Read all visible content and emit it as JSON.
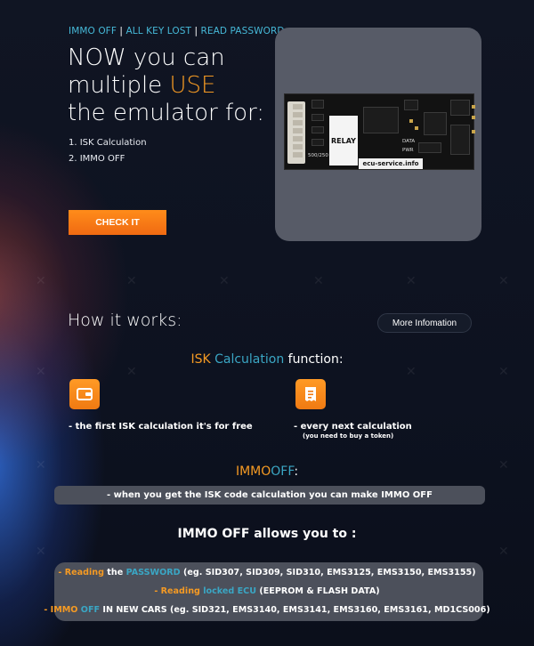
{
  "top_links": {
    "items": [
      "IMMO OFF",
      "ALL KEY LOST",
      "READ PASSWORD"
    ],
    "separator": " | "
  },
  "hero": {
    "line1": "NOW you can",
    "line2_a": "multiple ",
    "line2_b": "USE",
    "line3": "the emulator for:",
    "uses": [
      "1. ISK Calculation",
      "2. IMMO OFF"
    ],
    "cta": "CHECK IT"
  },
  "product": {
    "relay_label": "RELAY",
    "brand_label": "ecu-service.info",
    "data_label": "DATA",
    "pwr_label": "PWR",
    "code_label": "500/250"
  },
  "how": {
    "title": "How it works:",
    "more_button": "More Infomation"
  },
  "isk": {
    "title_a": "ISK",
    "title_b": "Calculation",
    "title_c": "function:",
    "free_text": "- the first ISK calculation it's for free",
    "paid_text": "- every next calculation",
    "paid_sub": "(you need to buy a token)",
    "icons": [
      "wallet-icon",
      "receipt-icon"
    ]
  },
  "immo": {
    "title_a": "IMMO",
    "title_b": "OFF",
    "title_c": ":",
    "bar_text": "- when you get the ISK code calculation you can make IMMO OFF"
  },
  "allows": {
    "title": "IMMO OFF allows you to :",
    "line1": {
      "a": "- Reading",
      "b": " the ",
      "c": "PASSWORD",
      "d": " (eg. SID307, SID309, SID310, EMS3125, EMS3150, EMS3155)"
    },
    "line2": {
      "a": "- Reading",
      "b": " locked ECU",
      "c": " (EEPROM & FLASH DATA)"
    },
    "line3": {
      "a": "- IMMO",
      "b": " OFF",
      "c": " IN NEW CARS (eg. SID321, EMS3140, EMS3141, EMS3160, EMS3161, MD1CS006)"
    }
  },
  "colors": {
    "accent_orange": "#f59a23",
    "accent_teal": "#3aa6c4",
    "link_blue": "#46b9d8",
    "background": "#0e1320",
    "panel_gray": "#4c505b"
  }
}
